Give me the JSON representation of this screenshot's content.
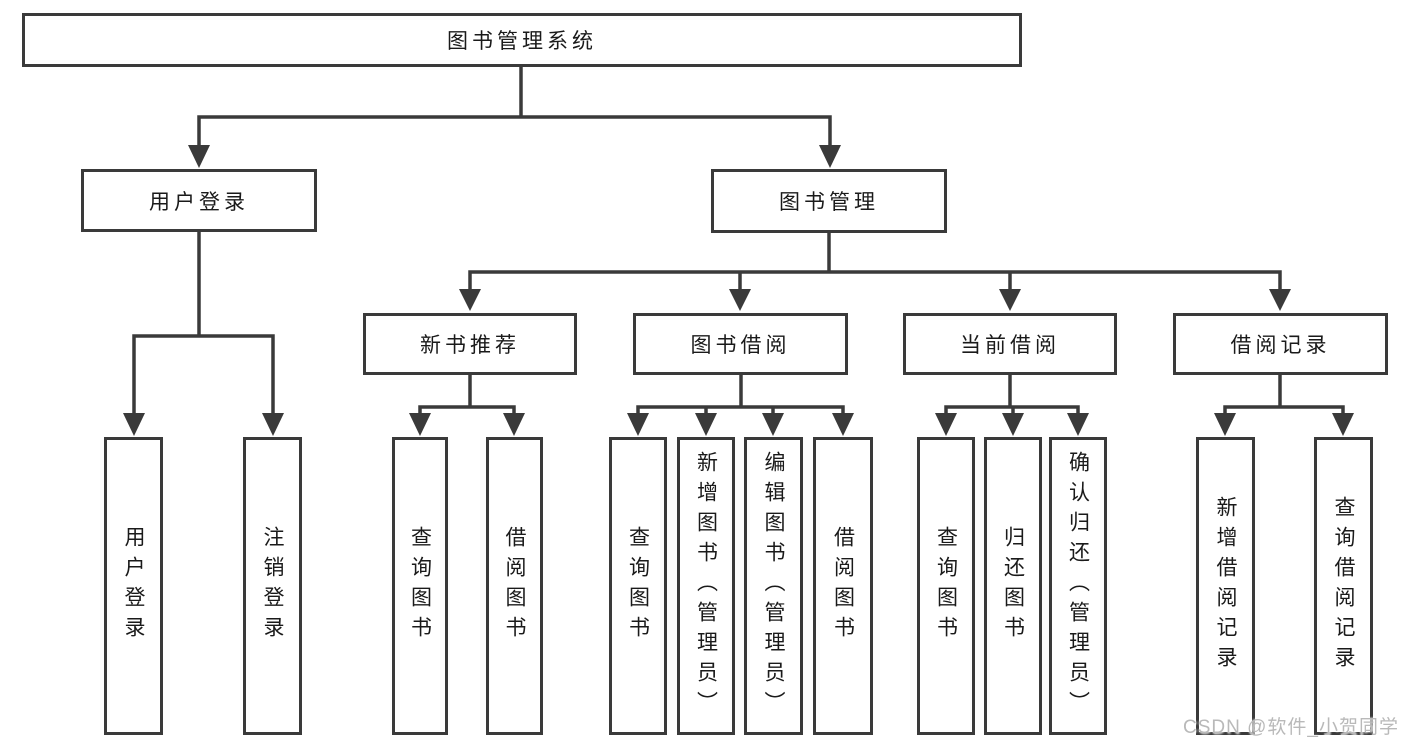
{
  "watermark": {
    "text": "CSDN @软件_小贺同学"
  },
  "colors": {
    "line": "#3a3a3a",
    "box_border": "#3a3a3a",
    "text": "#1a1a1a",
    "watermark_text": "#b9b9b9",
    "background": "#ffffff"
  },
  "tree": {
    "root": {
      "label": "图书管理系统"
    },
    "branches": [
      {
        "label": "用户登录",
        "children": [
          {
            "label": "用户登录"
          },
          {
            "label": "注销登录"
          }
        ]
      },
      {
        "label": "图书管理",
        "children": [
          {
            "label": "新书推荐",
            "children": [
              {
                "label": "查询图书"
              },
              {
                "label": "借阅图书"
              }
            ]
          },
          {
            "label": "图书借阅",
            "children": [
              {
                "label": "查询图书"
              },
              {
                "label": "新增图书（管理员）"
              },
              {
                "label": "编辑图书（管理员）"
              },
              {
                "label": "借阅图书"
              }
            ]
          },
          {
            "label": "当前借阅",
            "children": [
              {
                "label": "查询图书"
              },
              {
                "label": "归还图书"
              },
              {
                "label": "确认归还（管理员）"
              }
            ]
          },
          {
            "label": "借阅记录",
            "children": [
              {
                "label": "新增借阅记录"
              },
              {
                "label": "查询借阅记录"
              }
            ]
          }
        ]
      }
    ]
  }
}
